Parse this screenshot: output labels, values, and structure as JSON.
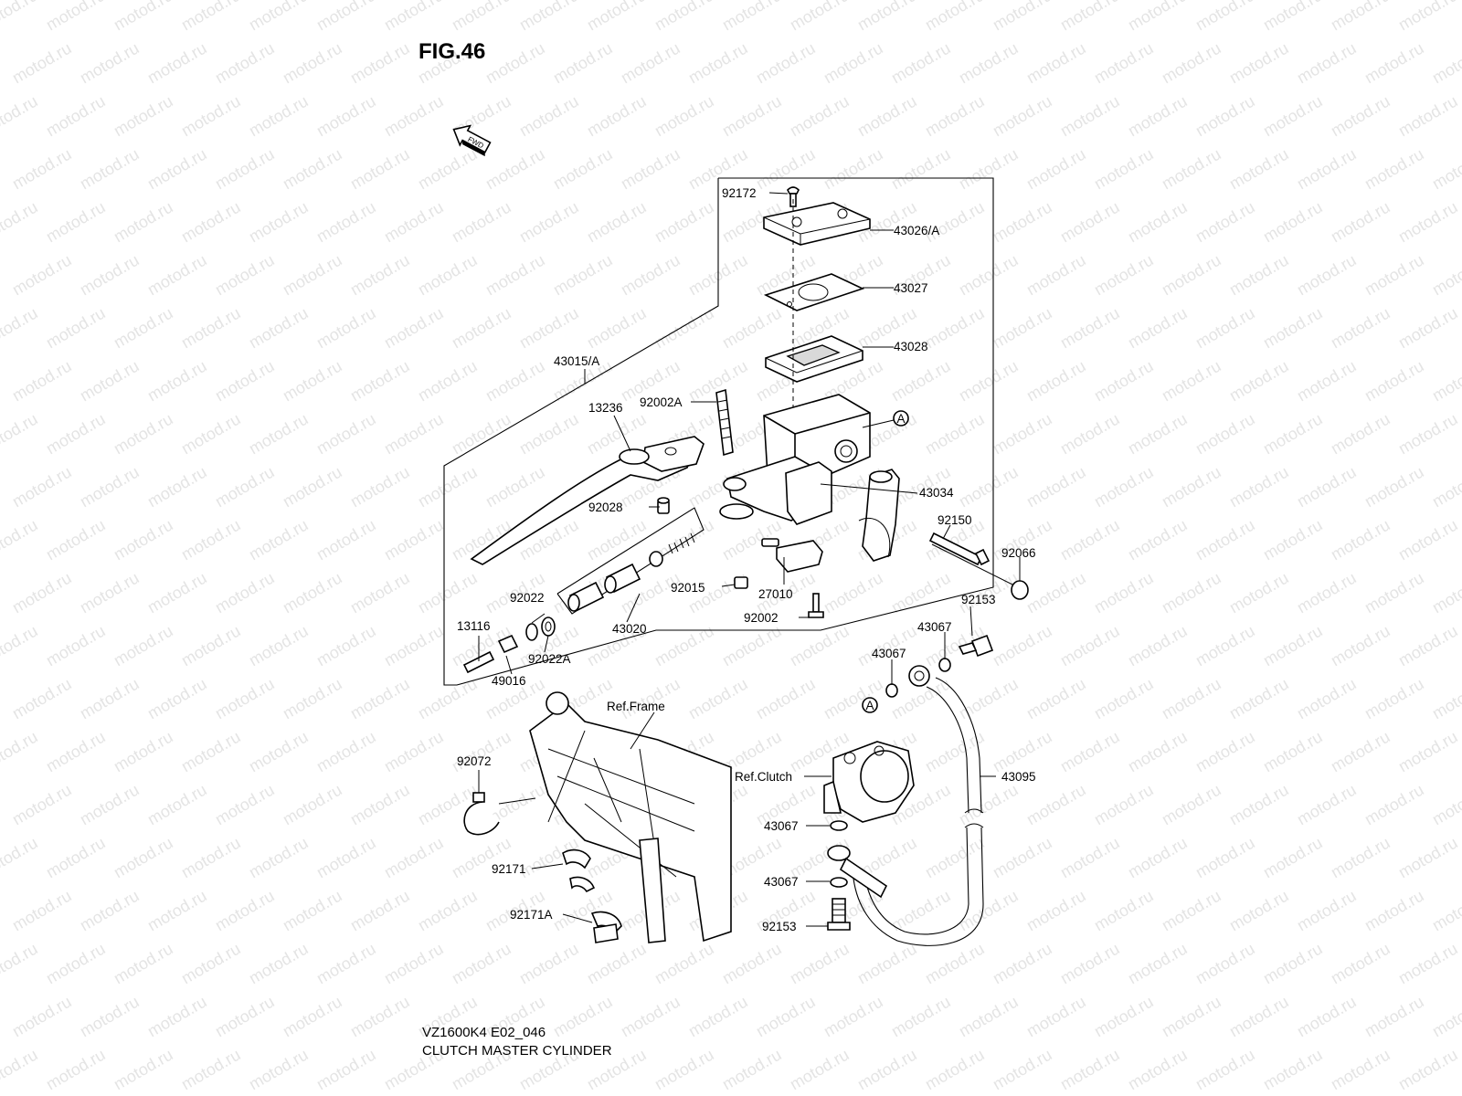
{
  "title": "FIG.46",
  "fwd_icon": {
    "label": "FWD",
    "icon": "fwd-arrow-icon"
  },
  "watermark": "motod.ru",
  "parts": [
    {
      "id": "92172",
      "label": "92172"
    },
    {
      "id": "43026A",
      "label": "43026/A"
    },
    {
      "id": "43027",
      "label": "43027"
    },
    {
      "id": "43028",
      "label": "43028"
    },
    {
      "id": "43015A",
      "label": "43015/A"
    },
    {
      "id": "92002A",
      "label": "92002A"
    },
    {
      "id": "13236",
      "label": "13236"
    },
    {
      "id": "43034",
      "label": "43034"
    },
    {
      "id": "92150",
      "label": "92150"
    },
    {
      "id": "92028",
      "label": "92028"
    },
    {
      "id": "92066",
      "label": "92066"
    },
    {
      "id": "92015",
      "label": "92015"
    },
    {
      "id": "27010",
      "label": "27010"
    },
    {
      "id": "92022",
      "label": "92022"
    },
    {
      "id": "92153_top",
      "label": "92153"
    },
    {
      "id": "92002",
      "label": "92002"
    },
    {
      "id": "43067_a",
      "label": "43067"
    },
    {
      "id": "13116",
      "label": "13116"
    },
    {
      "id": "43020",
      "label": "43020"
    },
    {
      "id": "43067_b",
      "label": "43067"
    },
    {
      "id": "92022A",
      "label": "92022A"
    },
    {
      "id": "49016",
      "label": "49016"
    },
    {
      "id": "ref_frame",
      "label": "Ref.Frame"
    },
    {
      "id": "92072",
      "label": "92072"
    },
    {
      "id": "ref_clutch",
      "label": "Ref.Clutch"
    },
    {
      "id": "43095",
      "label": "43095"
    },
    {
      "id": "43067_c",
      "label": "43067"
    },
    {
      "id": "92171",
      "label": "92171"
    },
    {
      "id": "43067_d",
      "label": "43067"
    },
    {
      "id": "92171A",
      "label": "92171A"
    },
    {
      "id": "92153_bottom",
      "label": "92153"
    }
  ],
  "callouts": [
    {
      "id": "A_top",
      "label": "A"
    },
    {
      "id": "A_bottom",
      "label": "A"
    }
  ],
  "footer": {
    "code": "VZ1600K4 E02_046",
    "caption": "CLUTCH MASTER CYLINDER"
  }
}
